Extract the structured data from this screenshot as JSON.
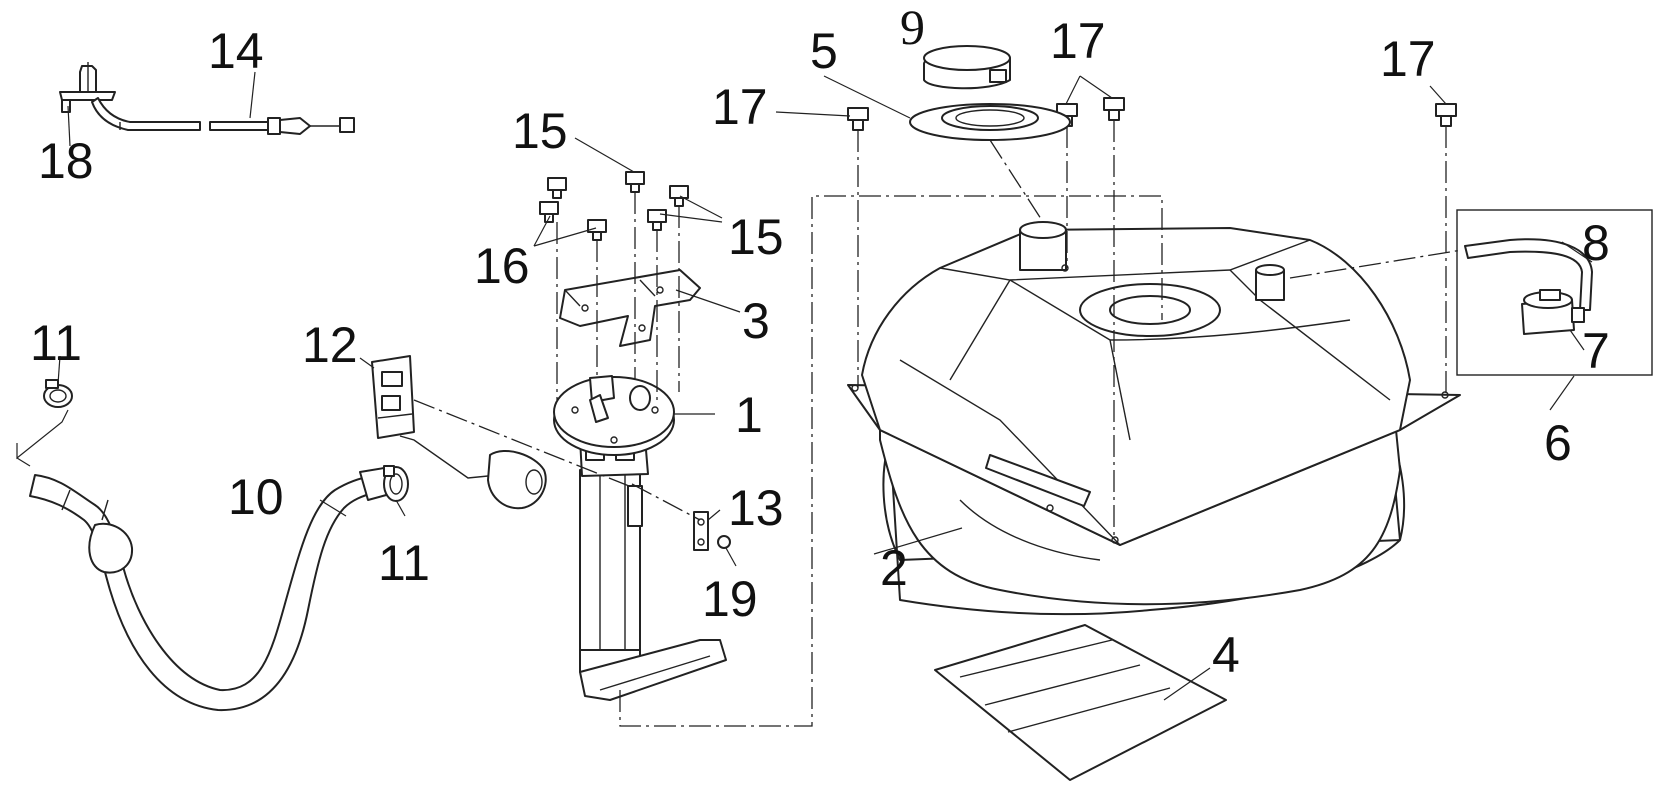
{
  "callouts": {
    "c1": "1",
    "c2": "2",
    "c3": "3",
    "c4": "4",
    "c5": "5",
    "c6": "6",
    "c7": "7",
    "c8": "8",
    "c9": "9",
    "c10": "10",
    "c11a": "11",
    "c11b": "11",
    "c12": "12",
    "c13": "13",
    "c14": "14",
    "c15a": "15",
    "c15b": "15",
    "c16": "16",
    "c17a": "17",
    "c17b": "17",
    "c17c": "17",
    "c18": "18",
    "c19": "19"
  }
}
